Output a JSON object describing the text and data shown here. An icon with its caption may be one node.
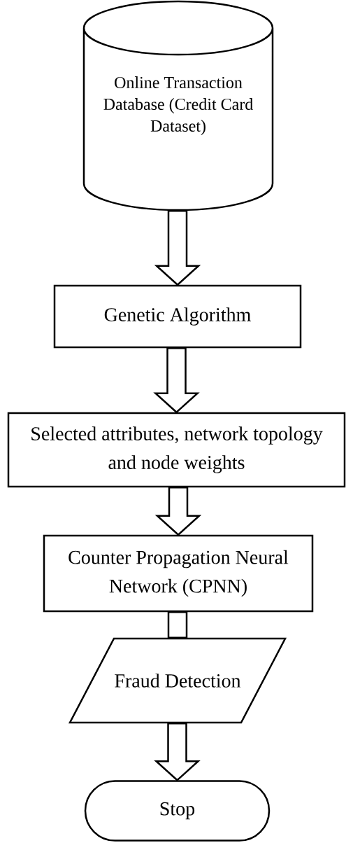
{
  "diagram": {
    "nodes": [
      {
        "text": [
          "Online Transaction Database (Credit Card Dataset)"
        ]
      },
      {
        "text": [
          "Genetic Algorithm"
        ]
      },
      {
        "text": [
          "Selected attributes, network topology and node weights"
        ]
      },
      {
        "text": [
          "Counter Propagation Neural Network (CPNN)"
        ]
      },
      {
        "text": [
          "Fraud Detection"
        ]
      },
      {
        "text": [
          "Stop"
        ]
      }
    ],
    "edges": [
      {
        "from": 0,
        "to": 1,
        "arrow": "to"
      },
      {
        "from": 1,
        "to": 2,
        "arrow": "to"
      },
      {
        "from": 2,
        "to": 3,
        "arrow": "to"
      },
      {
        "from": 3,
        "to": 4,
        "arrow": "none"
      },
      {
        "from": 4,
        "to": 5,
        "arrow": "to"
      }
    ]
  }
}
